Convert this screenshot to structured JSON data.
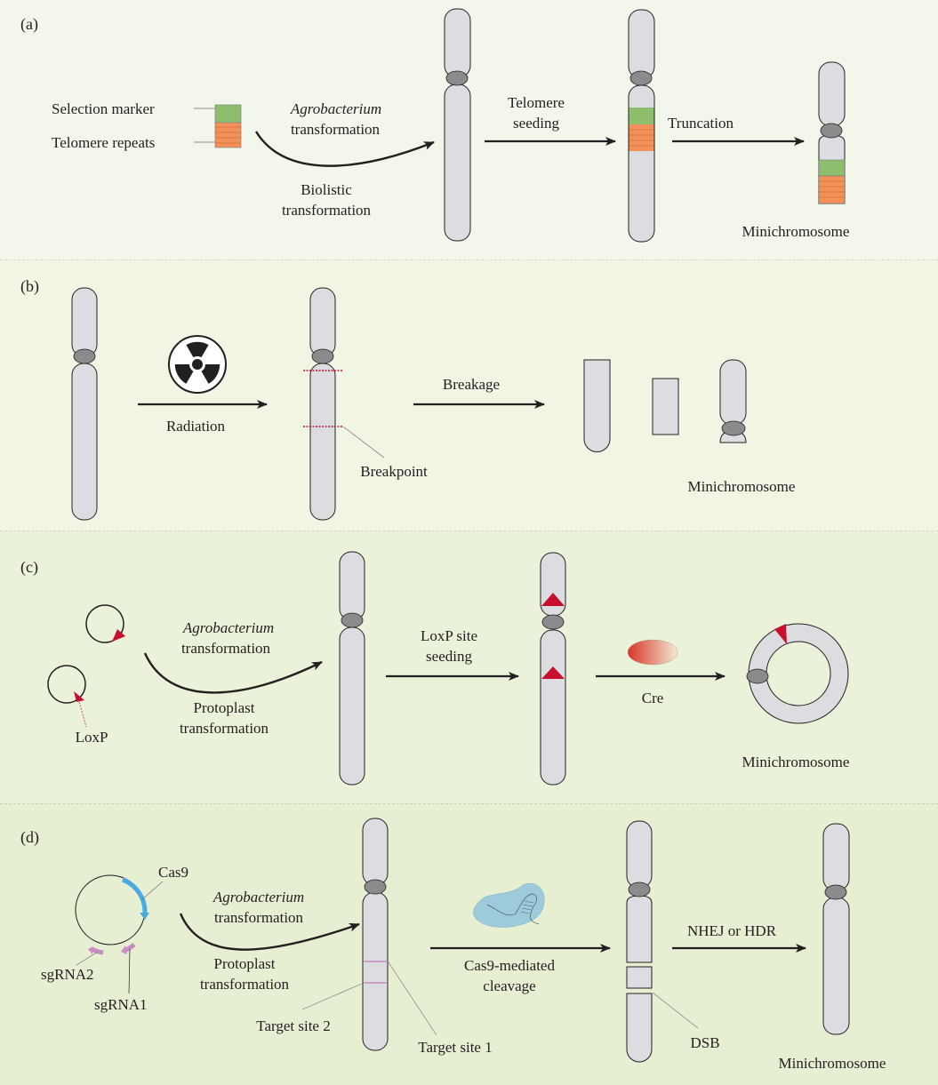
{
  "figure": {
    "panels": [
      {
        "id": "a",
        "label": "(a)",
        "legend": {
          "selection_marker": "Selection marker",
          "telomere_repeats": "Telomere repeats"
        },
        "step1": {
          "top_italic": "Agrobacterium",
          "top": "transformation",
          "bottom1": "Biolistic",
          "bottom2": "transformation"
        },
        "step2": {
          "line1": "Telomere",
          "line2": "seeding"
        },
        "step3": {
          "label": "Truncation"
        },
        "result": "Minichromosome"
      },
      {
        "id": "b",
        "label": "(b)",
        "icon": "radiation-icon",
        "step1": {
          "label": "Radiation"
        },
        "breakpoint": "Breakpoint",
        "step2": {
          "label": "Breakage"
        },
        "result": "Minichromosome"
      },
      {
        "id": "c",
        "label": "(c)",
        "loxp": "LoxP",
        "step1": {
          "top_italic": "Agrobacterium",
          "top": "transformation",
          "bottom1": "Protoplast",
          "bottom2": "transformation"
        },
        "step2": {
          "line1": "LoxP site",
          "line2": "seeding"
        },
        "step3": {
          "label": "Cre"
        },
        "result": "Minichromosome"
      },
      {
        "id": "d",
        "label": "(d)",
        "plasmid": {
          "cas9": "Cas9",
          "sgrna1": "sgRNA1",
          "sgrna2": "sgRNA2"
        },
        "step1": {
          "top_italic": "Agrobacterium",
          "top": "transformation",
          "bottom1": "Protoplast",
          "bottom2": "transformation"
        },
        "target1": "Target site 1",
        "target2": "Target site 2",
        "step2": {
          "line1": "Cas9-mediated",
          "line2": "cleavage"
        },
        "dsb": "DSB",
        "step3": {
          "label": "NHEJ or HDR"
        },
        "result": "Minichromosome"
      }
    ]
  },
  "colors": {
    "chromosome_fill": "#dcdde1",
    "centromere": "#8a8b8d",
    "selection_marker": "#8fbd6e",
    "telomere": "#f2915a",
    "loxp": "#c8102e",
    "cas9": "#4aa9e0",
    "sgrna": "#c88bc4",
    "cas9_protein": "#9dcbdc"
  }
}
